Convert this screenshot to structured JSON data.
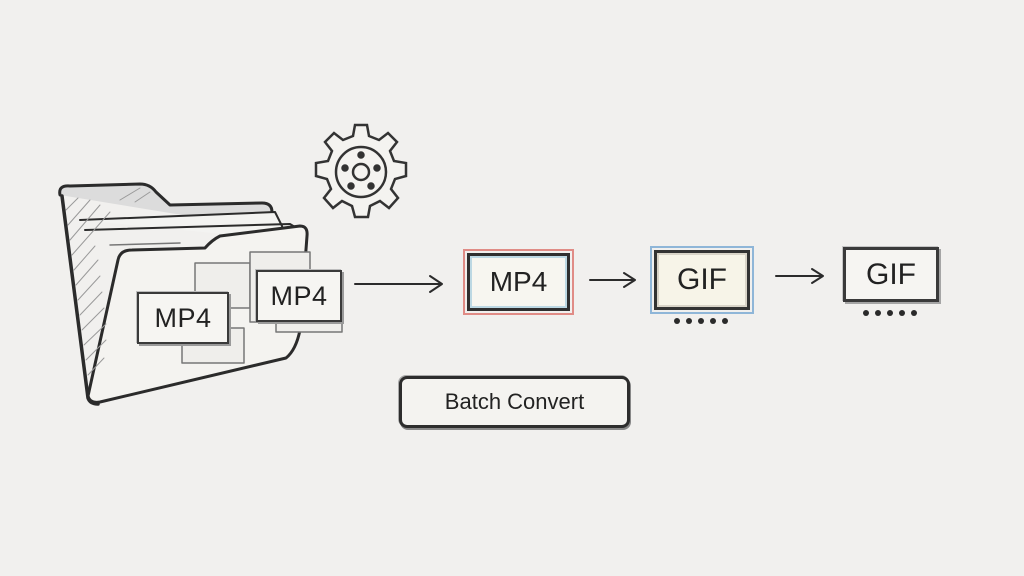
{
  "diagram": {
    "title": "Batch MP4 to GIF conversion",
    "source": {
      "icon": "folder-icon",
      "files": [
        {
          "label": "MP4"
        },
        {
          "label": "MP4"
        }
      ]
    },
    "process_icon": "gear-icon",
    "stages": [
      {
        "label": "MP4",
        "accent": "#e08c86"
      },
      {
        "label": "GIF",
        "accent": "#8fb6d8",
        "status": "processing"
      },
      {
        "label": "GIF",
        "status": "processing"
      }
    ],
    "progress_dots": 5,
    "action_button": {
      "label": "Batch Convert"
    }
  }
}
